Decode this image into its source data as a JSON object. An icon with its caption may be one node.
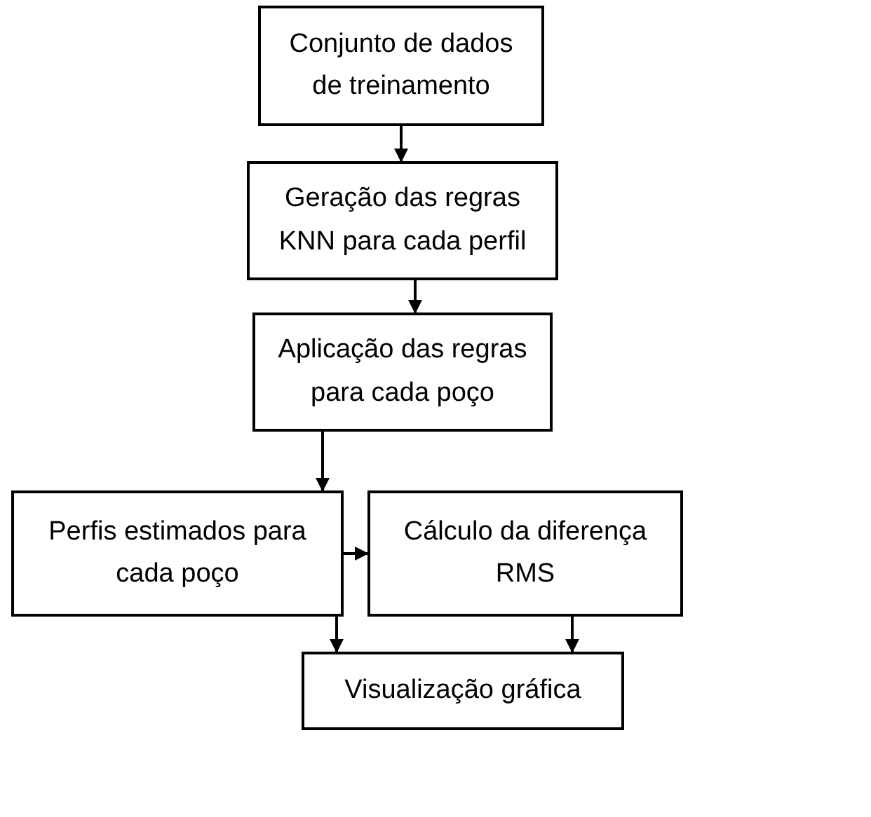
{
  "diagram": {
    "nodes": [
      {
        "text": [
          "Conjunto de dados de treinamento"
        ]
      },
      {
        "text": [
          "Geração das regras KNN para cada perfil"
        ]
      },
      {
        "text": [
          "Aplicação das regras para cada poço"
        ]
      },
      {
        "text": [
          "Perfis estimados para cada poço"
        ]
      },
      {
        "text": [
          "Cálculo da diferença RMS"
        ]
      },
      {
        "text": [
          "Visualização gráfica"
        ]
      }
    ],
    "edges": [
      {
        "from": 0,
        "to": 1,
        "arrow": "to"
      },
      {
        "from": 1,
        "to": 2,
        "arrow": "to"
      },
      {
        "from": 2,
        "to": 3,
        "arrow": "to"
      },
      {
        "from": 3,
        "to": 4,
        "arrow": "to"
      },
      {
        "from": 3,
        "to": 5,
        "arrow": "to"
      },
      {
        "from": 4,
        "to": 5,
        "arrow": "to"
      }
    ]
  }
}
